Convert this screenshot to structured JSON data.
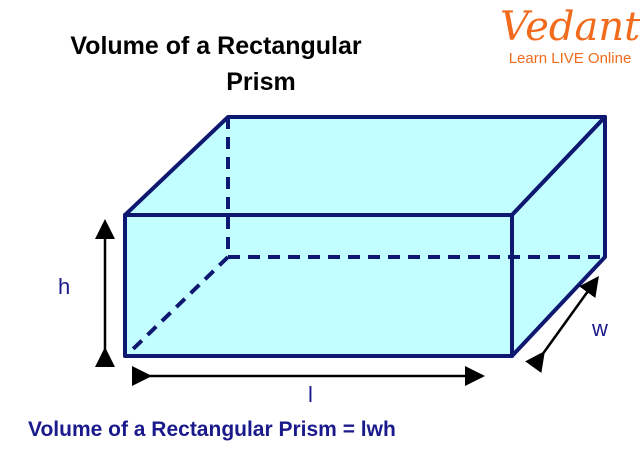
{
  "title": {
    "line1": "Volume of a Rectangular",
    "line2": "Prism"
  },
  "logo": {
    "brand": "Vedantu",
    "tagline": "Learn LIVE Online"
  },
  "labels": {
    "height": "h",
    "length": "l",
    "width": "w"
  },
  "formula": "Volume of a Rectangular Prism = lwh",
  "colors": {
    "fill": "#c2fdff",
    "edge": "#0f1870",
    "text": "#1a1a8c",
    "brand": "#f26b1d"
  }
}
